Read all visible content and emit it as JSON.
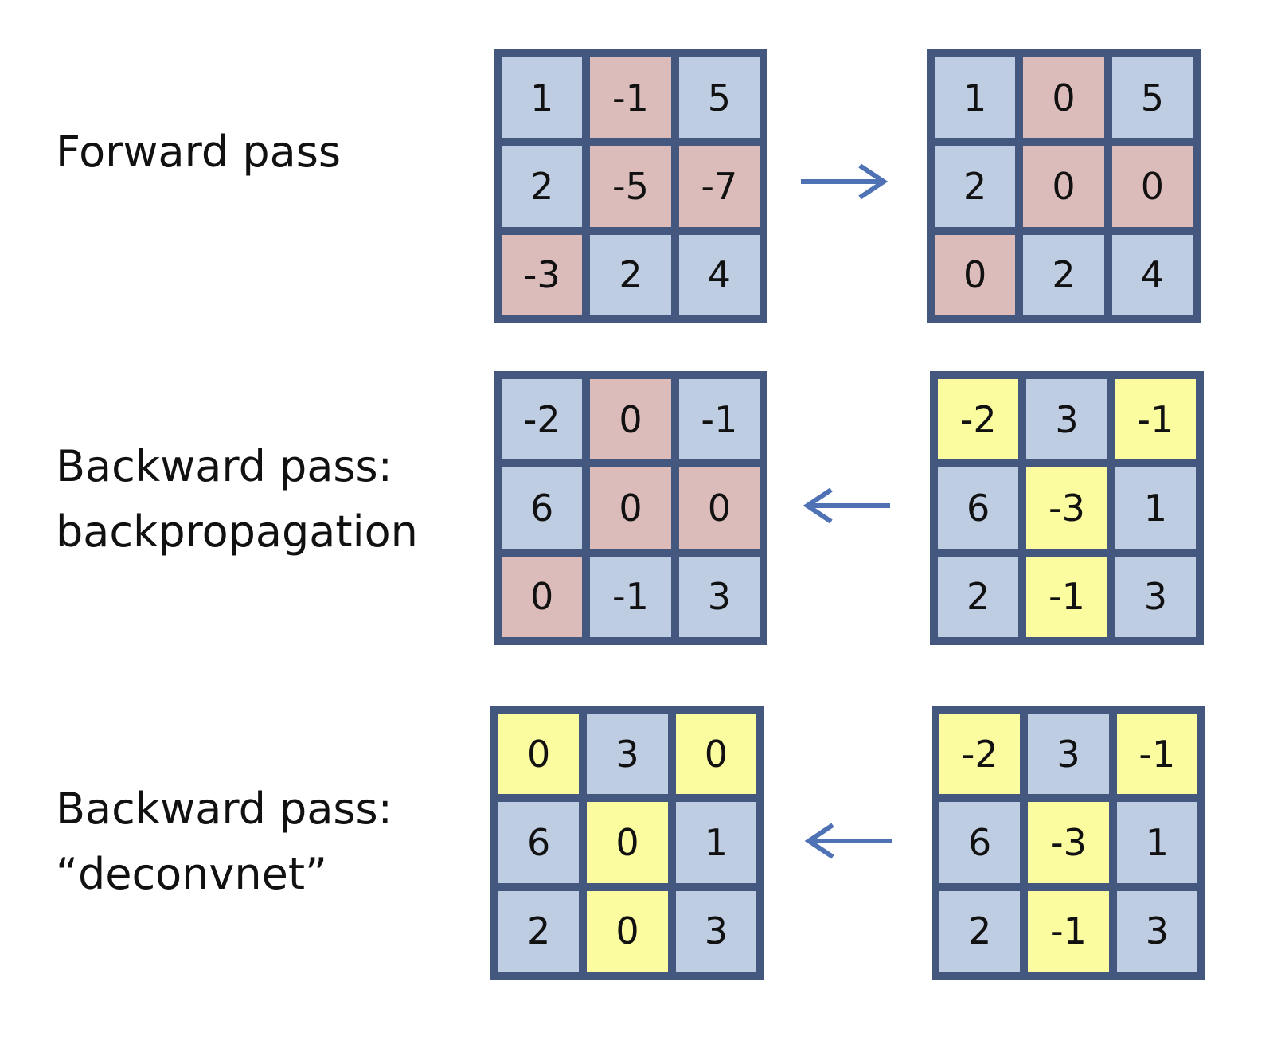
{
  "rows": [
    {
      "label": [
        "Forward pass"
      ],
      "arrow": "right",
      "left": [
        [
          {
            "v": "1",
            "c": "blue"
          },
          {
            "v": "-1",
            "c": "red"
          },
          {
            "v": "5",
            "c": "blue"
          }
        ],
        [
          {
            "v": "2",
            "c": "blue"
          },
          {
            "v": "-5",
            "c": "red"
          },
          {
            "v": "-7",
            "c": "red"
          }
        ],
        [
          {
            "v": "-3",
            "c": "red"
          },
          {
            "v": "2",
            "c": "blue"
          },
          {
            "v": "4",
            "c": "blue"
          }
        ]
      ],
      "right": [
        [
          {
            "v": "1",
            "c": "blue"
          },
          {
            "v": "0",
            "c": "red"
          },
          {
            "v": "5",
            "c": "blue"
          }
        ],
        [
          {
            "v": "2",
            "c": "blue"
          },
          {
            "v": "0",
            "c": "red"
          },
          {
            "v": "0",
            "c": "red"
          }
        ],
        [
          {
            "v": "0",
            "c": "red"
          },
          {
            "v": "2",
            "c": "blue"
          },
          {
            "v": "4",
            "c": "blue"
          }
        ]
      ]
    },
    {
      "label": [
        "Backward pass:",
        "backpropagation"
      ],
      "arrow": "left",
      "left": [
        [
          {
            "v": "-2",
            "c": "blue"
          },
          {
            "v": "0",
            "c": "red"
          },
          {
            "v": "-1",
            "c": "blue"
          }
        ],
        [
          {
            "v": "6",
            "c": "blue"
          },
          {
            "v": "0",
            "c": "red"
          },
          {
            "v": "0",
            "c": "red"
          }
        ],
        [
          {
            "v": "0",
            "c": "red"
          },
          {
            "v": "-1",
            "c": "blue"
          },
          {
            "v": "3",
            "c": "blue"
          }
        ]
      ],
      "right": [
        [
          {
            "v": "-2",
            "c": "yellow"
          },
          {
            "v": "3",
            "c": "blue"
          },
          {
            "v": "-1",
            "c": "yellow"
          }
        ],
        [
          {
            "v": "6",
            "c": "blue"
          },
          {
            "v": "-3",
            "c": "yellow"
          },
          {
            "v": "1",
            "c": "blue"
          }
        ],
        [
          {
            "v": "2",
            "c": "blue"
          },
          {
            "v": "-1",
            "c": "yellow"
          },
          {
            "v": "3",
            "c": "blue"
          }
        ]
      ]
    },
    {
      "label": [
        "Backward pass:",
        "“deconvnet”"
      ],
      "arrow": "left",
      "left": [
        [
          {
            "v": "0",
            "c": "yellow"
          },
          {
            "v": "3",
            "c": "blue"
          },
          {
            "v": "0",
            "c": "yellow"
          }
        ],
        [
          {
            "v": "6",
            "c": "blue"
          },
          {
            "v": "0",
            "c": "yellow"
          },
          {
            "v": "1",
            "c": "blue"
          }
        ],
        [
          {
            "v": "2",
            "c": "blue"
          },
          {
            "v": "0",
            "c": "yellow"
          },
          {
            "v": "3",
            "c": "blue"
          }
        ]
      ],
      "right": [
        [
          {
            "v": "-2",
            "c": "yellow"
          },
          {
            "v": "3",
            "c": "blue"
          },
          {
            "v": "-1",
            "c": "yellow"
          }
        ],
        [
          {
            "v": "6",
            "c": "blue"
          },
          {
            "v": "-3",
            "c": "yellow"
          },
          {
            "v": "1",
            "c": "blue"
          }
        ],
        [
          {
            "v": "2",
            "c": "blue"
          },
          {
            "v": "-1",
            "c": "yellow"
          },
          {
            "v": "3",
            "c": "blue"
          }
        ]
      ]
    }
  ],
  "colors": {
    "blue": "#bfcde3",
    "red": "#dcbcbb",
    "yellow": "#fbfb9f",
    "border": "#43577f",
    "arrow": "#4f72b5"
  }
}
